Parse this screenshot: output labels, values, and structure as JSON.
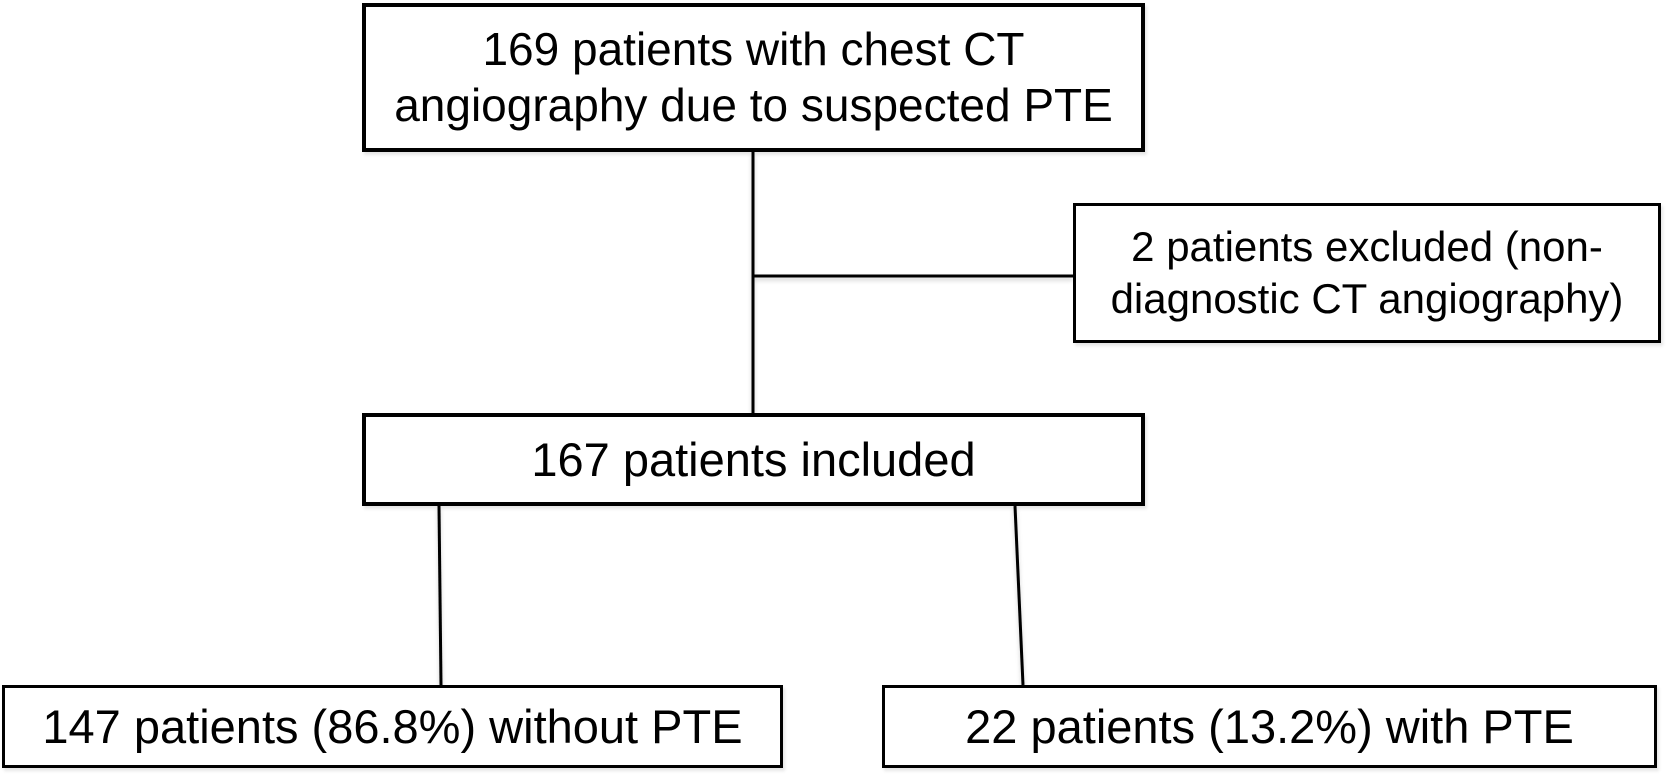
{
  "diagram": {
    "type": "flowchart",
    "background_color": "#ffffff",
    "box_border_color": "#000000",
    "text_color": "#000000",
    "nodes": {
      "total": {
        "label": "169 patients with chest CT angiography due to suspected PTE"
      },
      "excluded": {
        "label": "2 patients excluded (non-diagnostic CT angiography)"
      },
      "included": {
        "label": "167 patients included"
      },
      "without_pte": {
        "label": "147 patients (86.8%) without PTE"
      },
      "with_pte": {
        "label": "22 patients (13.2%) with PTE"
      }
    },
    "connections": [
      {
        "from": "total",
        "to": "included"
      },
      {
        "from": "total",
        "to": "excluded"
      },
      {
        "from": "included",
        "to": "without_pte"
      },
      {
        "from": "included",
        "to": "with_pte"
      }
    ]
  }
}
